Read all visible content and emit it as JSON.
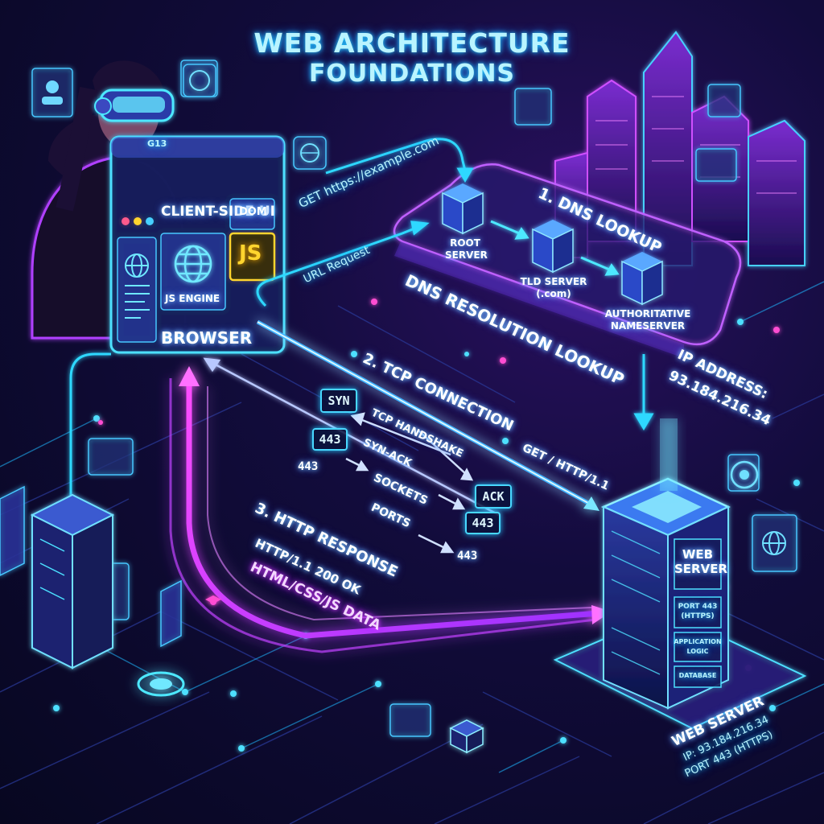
{
  "title": {
    "line1": "WEB ARCHITECTURE",
    "line2": "FOUNDATIONS"
  },
  "browser": {
    "label": "BROWSER",
    "ui_title": "CLIENT-SIDE UI",
    "dom": "DOM",
    "js": "JS",
    "js_engine": "JS ENGINE",
    "tab_id": "G13"
  },
  "request": {
    "get_url": "GET https://example.com",
    "url_request": "URL Request"
  },
  "dns": {
    "step": "1. DNS LOOKUP",
    "panel_label": "DNS RESOLUTION LOOKUP",
    "root": [
      "ROOT",
      "SERVER"
    ],
    "tld": [
      "TLD SERVER",
      "(.com)"
    ],
    "auth": [
      "AUTHORITATIVE",
      "NAMESERVER"
    ],
    "ip_label": "IP ADDRESS:",
    "ip_value": "93.184.216.34"
  },
  "tcp": {
    "step": "2. TCP CONNECTION",
    "get_http": "GET / HTTP/1.1",
    "handshake": "TCP HANDSHAKE",
    "syn_ack": "SYN-ACK",
    "sockets": "SOCKETS",
    "ports": "PORTS",
    "syn": "SYN",
    "ack": "ACK",
    "port": "443"
  },
  "http": {
    "step": "3. HTTP RESPONSE",
    "status": "HTTP/1.1 200 OK",
    "data": "HTML/CSS/JS DATA"
  },
  "server": {
    "title": [
      "WEB",
      "SERVER"
    ],
    "port": [
      "PORT 443",
      "(HTTPS)"
    ],
    "logic": [
      "APPLICATION",
      "LOGIC"
    ],
    "db": "DATABASE",
    "footer_title": "WEB SERVER",
    "footer_ip": "IP: 93.184.216.34",
    "footer_port": "PORT 443 (HTTPS)"
  },
  "colors": {
    "cyan": "#28d4ff",
    "magenta": "#e040ff",
    "violet": "#9a5cff",
    "js_yellow": "#ffd52e",
    "background": "#0b0a2a"
  },
  "icons": [
    "vr-headset-icon",
    "globe-icon",
    "server-stack-icon",
    "gear-icon",
    "user-card-icon",
    "arrow-icon"
  ]
}
